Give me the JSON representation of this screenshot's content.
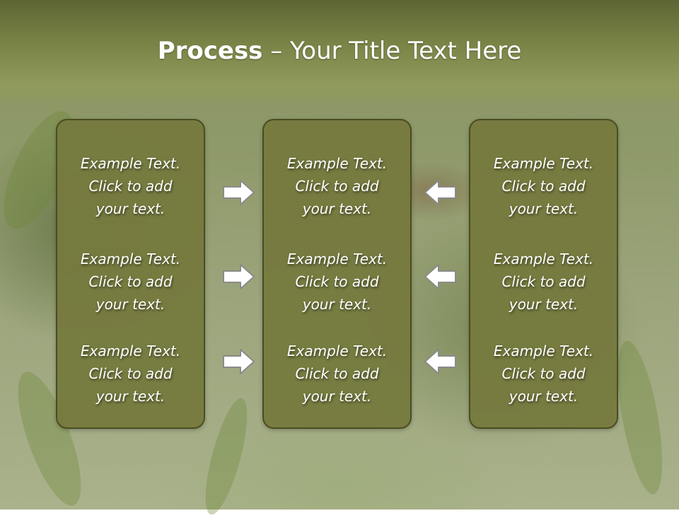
{
  "slide": {
    "title_bold": "Process",
    "title_rest": " – Your Title Text Here"
  },
  "columns": [
    {
      "items": [
        {
          "line1": "Example Text.",
          "line2": "Click  to add",
          "line3": "your text."
        },
        {
          "line1": "Example Text.",
          "line2": "Click  to add",
          "line3": "your text."
        },
        {
          "line1": "Example Text.",
          "line2": "Click  to add",
          "line3": "your text."
        }
      ]
    },
    {
      "items": [
        {
          "line1": "Example Text.",
          "line2": "Click  to add",
          "line3": "your text."
        },
        {
          "line1": "Example Text.",
          "line2": "Click  to add",
          "line3": "your text."
        },
        {
          "line1": "Example Text.",
          "line2": "Click  to add",
          "line3": "your text."
        }
      ]
    },
    {
      "items": [
        {
          "line1": "Example Text.",
          "line2": "Click  to add",
          "line3": "your text."
        },
        {
          "line1": "Example Text.",
          "line2": "Click  to add",
          "line3": "your text."
        },
        {
          "line1": "Example Text.",
          "line2": "Click  to add",
          "line3": "your text."
        }
      ]
    }
  ],
  "arrows": {
    "left_group": [
      "right-arrow-icon",
      "right-arrow-icon",
      "right-arrow-icon"
    ],
    "right_group": [
      "left-arrow-icon",
      "left-arrow-icon",
      "left-arrow-icon"
    ]
  },
  "colors": {
    "header": "#7b8447",
    "panel_fill": "#767a3e",
    "panel_border": "#4a4c22",
    "text": "#ffffff"
  }
}
